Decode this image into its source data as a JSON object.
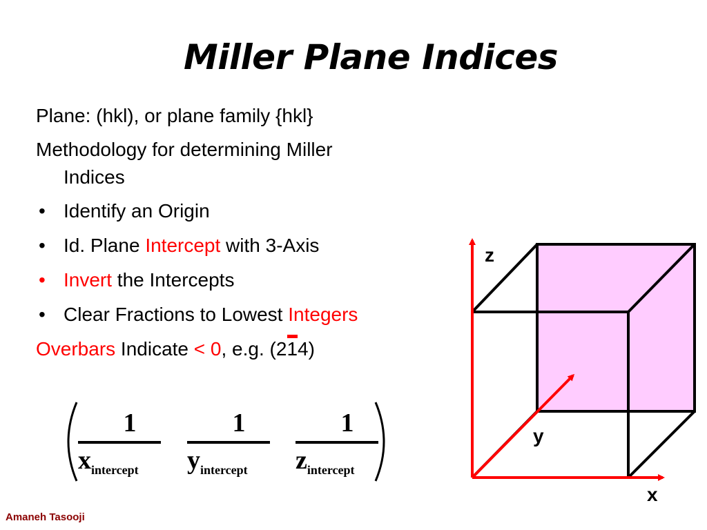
{
  "slide": {
    "title": "Miller Plane Indices"
  },
  "content": {
    "line1": "Plane: (hkl), or plane family {hkl}",
    "line2a": "Methodology for determining Miller",
    "line2b": "Indices",
    "bullets": [
      {
        "marker": "•",
        "parts": [
          "Identify an Origin"
        ]
      },
      {
        "marker": "•",
        "parts": [
          "Id. Plane ",
          "Intercept",
          " with 3-Axis"
        ]
      },
      {
        "marker": "•",
        "parts": [
          "Invert",
          " the Intercepts"
        ]
      },
      {
        "marker": "•",
        "parts": [
          "Clear Fractions to Lowest ",
          "Integers"
        ]
      }
    ],
    "overbar_line": {
      "overbars": "Overbars",
      "indicate": " Indicate ",
      "less_zero": "< 0",
      "eg": ", e.g. (2",
      "barred": "1",
      "tail": "4)"
    }
  },
  "formula": {
    "numerators": [
      "1",
      "1",
      "1"
    ],
    "den_vars": [
      "x",
      "y",
      "z"
    ],
    "den_sub": "intercept"
  },
  "cube_figure": {
    "axis_labels": {
      "z": "z",
      "y": "y",
      "x": "x"
    },
    "plane_fill": "#ffccff",
    "axis_color": "#ff0000",
    "edge_color": "#000000"
  },
  "footer": {
    "author": "Amaneh Tasooji"
  },
  "colors": {
    "accent": "#ff0000",
    "author": "#8b0000"
  }
}
